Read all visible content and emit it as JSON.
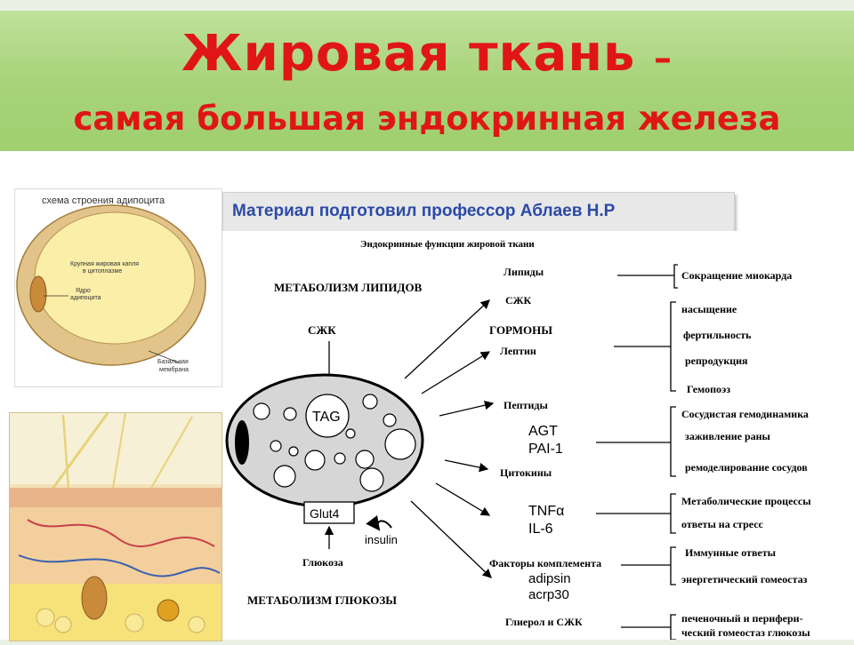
{
  "title": {
    "line1": "Жировая ткань",
    "dash": "–",
    "line2": "самая большая  эндокринная железа"
  },
  "caption": "Материал  подготовил профессор Аблаев Н.Р",
  "adipocyte_panel": {
    "heading": "схема строения адипоцита",
    "label_droplet_1": "Крупная жировая капля",
    "label_droplet_2": "в цитоплазме",
    "label_nucleus_1": "Ядро",
    "label_nucleus_2": "адипоцита",
    "label_membrane_1": "Базальная",
    "label_membrane_2": "мембрана"
  },
  "diagram": {
    "heading": "Эндокринные функции жировой ткани",
    "metabolism_lipids": "МЕТАБОЛИЗМ ЛИПИДОВ",
    "szhk_in": "СЖК",
    "tag": "TAG",
    "glut4": "Glut4",
    "insulin": "insulin",
    "glucose": "Глюкоза",
    "metabolism_glucose": "МЕТАБОЛИЗМ ГЛЮКОЗЫ",
    "lipids": "Липиды",
    "szhk_out": "СЖК",
    "hormones": "ГОРМОНЫ",
    "leptin": "Лептин",
    "peptides": "Пептиды",
    "agt": "AGT",
    "pai1": "PAI-1",
    "cytokines": "Цитокины",
    "tnf": "TNFα",
    "il6": "IL-6",
    "complement": "Факторы комплемента",
    "adipsin": "adipsin",
    "acrp30": "acrp30",
    "glycerol": "Глиерол и СЖК",
    "effect_myocard": "Сокращение миокарда",
    "effect_satiety": "насыщение",
    "effect_fertility": "фертильность",
    "effect_reproduction": "репродукция",
    "effect_hemopoiesis": "Гемопоэз",
    "effect_vascular": "Сосудистая гемодинамика",
    "effect_wound": "заживление раны",
    "effect_remodeling": "ремоделирование сосудов",
    "effect_metabolic": "Метаболические процессы",
    "effect_stress": "ответы на стресс",
    "effect_immune": "Иммунные ответы",
    "effect_energy": "энергетический гомеостаз",
    "effect_hepatic1": "печеночный и перифери-",
    "effect_hepatic2": "ческий гомеостаз глюкозы"
  }
}
